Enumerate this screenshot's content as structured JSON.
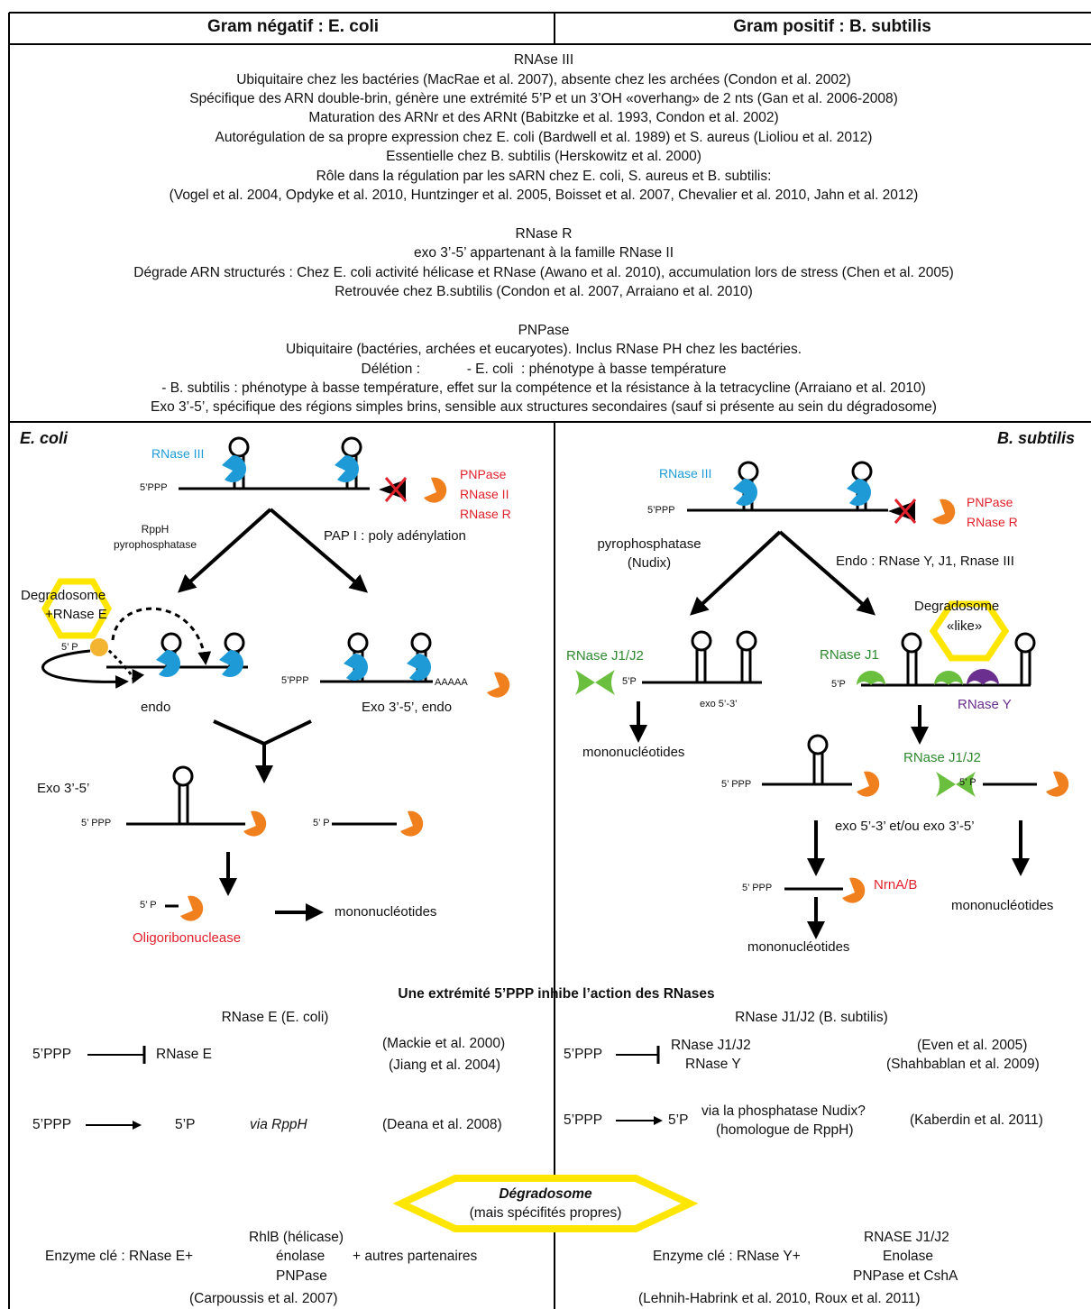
{
  "header": {
    "left_title": "Gram négatif : E. coli",
    "right_title": "Gram positif : B. subtilis"
  },
  "info": {
    "rnase3": {
      "title": "RNAse III",
      "lines": [
        "Ubiquitaire chez les bactéries (MacRae et al. 2007), absente chez les archées (Condon et al. 2002)",
        "Spécifique des ARN double-brin, génère une extrémité 5’P et un 3’OH «overhang» de 2 nts (Gan et al. 2006-2008)",
        "Maturation des ARNr et des ARNt (Babitzke et al. 1993, Condon et al. 2002)",
        "Autorégulation de sa propre expression chez E. coli (Bardwell et al. 1989) et S. aureus (Lioliou et al. 2012)",
        "Essentielle chez B. subtilis (Herskowitz et al. 2000)",
        "Rôle dans la régulation par les sARN chez E. coli, S. aureus et B. subtilis:",
        "(Vogel et al. 2004, Opdyke et al. 2010, Huntzinger et al. 2005, Boisset et al. 2007, Chevalier et al. 2010, Jahn et al. 2012)"
      ]
    },
    "rnaser": {
      "title": "RNase R",
      "lines": [
        "exo 3’-5’ appartenant à la famille RNase II",
        "Dégrade ARN structurés : Chez E. coli activité hélicase et RNase (Awano et al. 2010), accumulation lors de stress (Chen et al. 2005)",
        "Retrouvée chez B.subtilis (Condon et al. 2007, Arraiano et al. 2010)"
      ]
    },
    "pnpase": {
      "title": "PNPase",
      "lines": [
        "Ubiquitaire (bactéries, archées et eucaryotes). Inclus RNase PH chez les bactéries.",
        "Délétion :            - E. coli  : phénotype à basse température",
        "- B. subtilis : phénotype à basse température, effet sur la compétence et la résistance à la  tetracycline (Arraiano et al. 2010)",
        "Exo 3’-5’, spécifique des régions simples brins, sensible aux structures secondaires (sauf si présente au sein du dégradosome)"
      ]
    }
  },
  "ecoli": {
    "panel_title": "E. coli",
    "rnase3": "RNase III",
    "p5ppp": "5’PPP",
    "pnpase": "PNPase",
    "rnase2": "RNase II",
    "rnaser": "RNase R",
    "rpph": "RppH",
    "pyro": "pyrophosphatase",
    "pap": "PAP I : poly adénylation",
    "degradosome": "Degradosome",
    "rnasee": "+RNase E",
    "p5p": "5’ P",
    "p5ppp2": "5’PPP",
    "aaaaa": "AAAAA",
    "endo": "endo",
    "exo_endo": "Exo 3’-5’, endo",
    "exo35": "Exo 3’-5’",
    "p5ppp3": "5’ PPP",
    "p5p2": "5’ P",
    "p5p3": "5’ P",
    "mono": "mononucléotides",
    "oligo": "Oligoribonuclease"
  },
  "bsub": {
    "panel_title": "B. subtilis",
    "rnase3": "RNase III",
    "p5ppp": "5’PPP",
    "pnpase": "PNPase",
    "rnaser": "RNase R",
    "pyro": "pyrophosphatase",
    "nudix": "(Nudix)",
    "endo": "Endo : RNase Y, J1, Rnase III",
    "degradosome": "Degradosome",
    "like": "«like»",
    "j1j2": "RNase J1/J2",
    "p5p": "5’P",
    "exo53": "exo 5’-3’",
    "mono1": "mononucléotides",
    "j1": "RNase J1",
    "p5p2": "5’P",
    "rnasey": "RNase Y",
    "j1j2b": "RNase J1/J2",
    "p5ppp2": "5’ PPP",
    "p5p3": "5’ P",
    "exo_or": "exo 5’-3’ et/ou exo 3’-5’",
    "p5ppp3": "5’ PPP",
    "nrm": "NrnA/B",
    "mono2": "mononucléotides",
    "mono3": "mononucléotides"
  },
  "inhibit": {
    "title": "Une extrémité 5’PPP inhibe l’action des RNases",
    "left_sub": "RNase E (E. coli)",
    "right_sub": "RNase J1/J2 (B. subtilis)",
    "l_ppp1": "5’PPP",
    "l_rnasee": "RNase E",
    "l_ref1": "(Mackie et al. 2000)",
    "l_ref2": "(Jiang et al. 2004)",
    "l_ppp2": "5’PPP",
    "l_p": "5’P",
    "l_via": "via RppH",
    "l_ref3": "(Deana et al. 2008)",
    "r_ppp1": "5’PPP",
    "r_j1j2": "RNase J1/J2",
    "r_y": "RNase Y",
    "r_ref1": "(Even et al. 2005)",
    "r_ref2": "(Shahbablan et al. 2009)",
    "r_ppp2": "5’PPP",
    "r_p": "5’P",
    "r_via": "via la phosphatase Nudix?",
    "r_homo": "(homologue de RppH)",
    "r_ref3": "(Kaberdin et al. 2011)"
  },
  "degr": {
    "title": "Dégradosome",
    "subtitle": "(mais spécifités propres)",
    "l_key": "Enzyme clé : RNase E+",
    "l_rhlb": "RhlB (hélicase)",
    "l_enol": "énolase",
    "l_plus": "+ autres partenaires",
    "l_pnp": "PNPase",
    "l_ref": "(Carpoussis et al. 2007)",
    "r_key": "Enzyme clé : RNase Y+",
    "r_j": "RNASE J1/J2",
    "r_enol": "Enolase",
    "r_pnp": "PNPase et CshA",
    "r_ref": "(Lehnih-Habrink et al. 2010, Roux et al. 2011)"
  },
  "colors": {
    "blue": "#1e9bd7",
    "orange": "#f07f1e",
    "green": "#6bbf3f",
    "purple": "#6a2f8f",
    "red": "#e0212b",
    "yellow": "#ffe600"
  }
}
